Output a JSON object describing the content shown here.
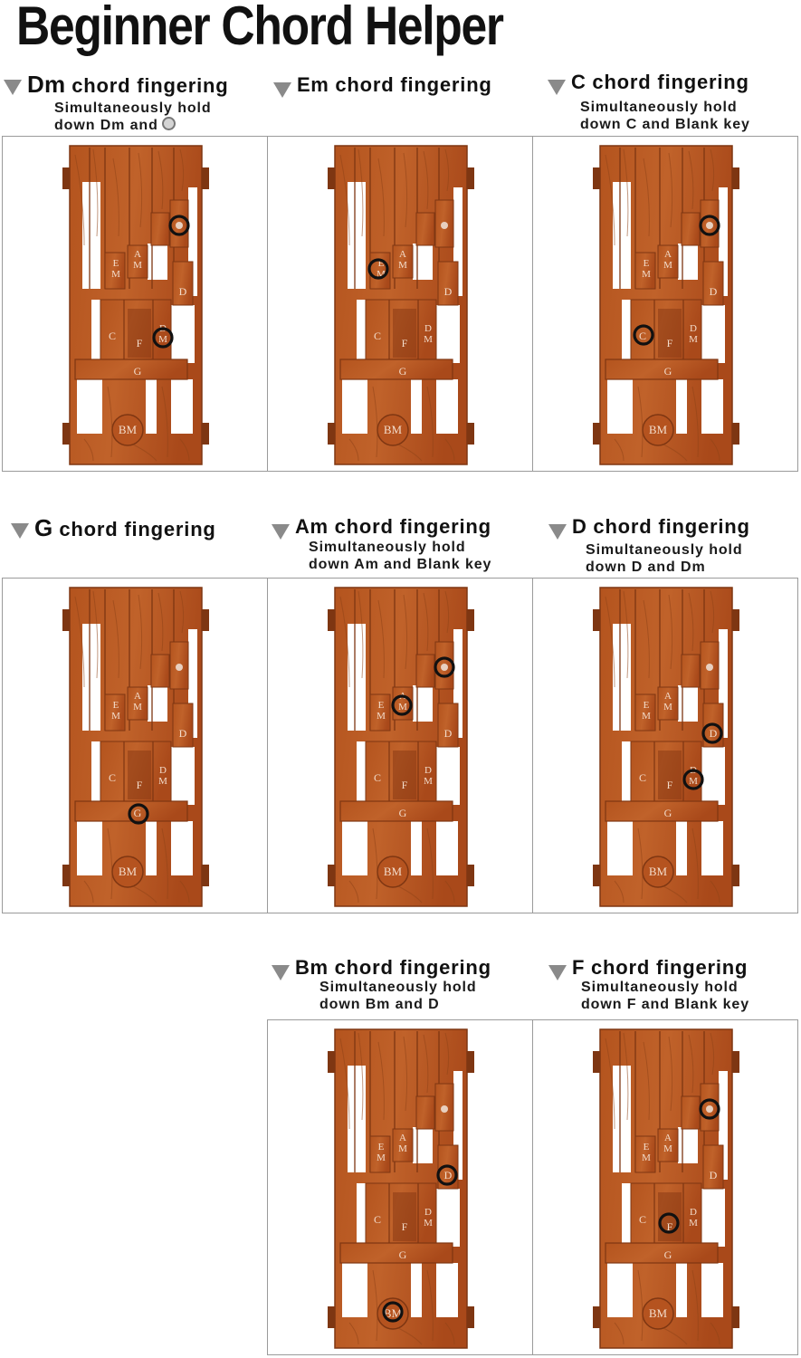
{
  "title": "Beginner Chord Helper",
  "key_labels": {
    "em": "EM",
    "am": "AM",
    "d": "D",
    "c": "C",
    "f": "F",
    "dm": "DM",
    "g": "G",
    "bm": "BM"
  },
  "colors": {
    "wood": "#c0622a",
    "wood_dark": "#7e3612",
    "grain": "#8f4318",
    "highlight_ring": "#111111",
    "triangle": "#8a8a8a",
    "panel_border": "#9a9a9a"
  },
  "heading_icon": "triangle-down-icon",
  "chords": [
    {
      "chord": "Dm",
      "rest": " chord fingering",
      "line1": "Simultaneously hold",
      "line2": "down Dm and",
      "blank_dot": true,
      "press": [
        "dm",
        "blank"
      ]
    },
    {
      "chord": "Em",
      "rest": " chord fingering",
      "line1": "",
      "line2": "",
      "blank_dot": false,
      "press": [
        "em"
      ]
    },
    {
      "chord": "C",
      "rest": " chord fingering",
      "line1": "Simultaneously hold",
      "line2": "down C and Blank key",
      "blank_dot": false,
      "press": [
        "c",
        "blank"
      ]
    },
    {
      "chord": "G",
      "rest": " chord fingering",
      "line1": "",
      "line2": "",
      "blank_dot": false,
      "press": [
        "g"
      ]
    },
    {
      "chord": "Am",
      "rest": " chord fingering",
      "line1": "Simultaneously hold",
      "line2": "down Am and Blank key",
      "blank_dot": false,
      "press": [
        "am",
        "blank"
      ]
    },
    {
      "chord": "D",
      "rest": " chord fingering",
      "line1": "Simultaneously hold",
      "line2": "down D and Dm",
      "blank_dot": false,
      "press": [
        "d",
        "dm"
      ]
    },
    {
      "chord": "Bm",
      "rest": " chord fingering",
      "line1": "Simultaneously hold",
      "line2": "down Bm and D",
      "blank_dot": false,
      "press": [
        "bm",
        "d"
      ]
    },
    {
      "chord": "F",
      "rest": " chord fingering",
      "line1": "Simultaneously hold",
      "line2": "down F and Blank key",
      "blank_dot": false,
      "press": [
        "f",
        "blank"
      ]
    }
  ]
}
